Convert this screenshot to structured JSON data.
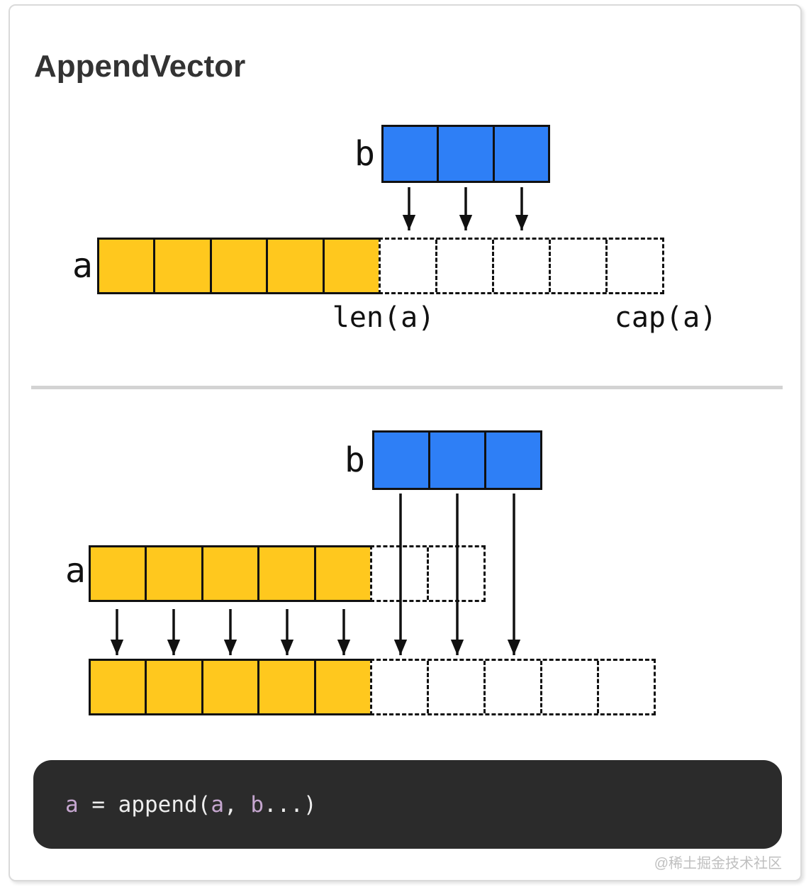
{
  "title": "AppendVector",
  "colors": {
    "array_yellow": "#ffc81e",
    "array_blue": "#2e7ff6",
    "outline_black": "#111111",
    "divider_gray": "#d3d3d3",
    "code_background": "#2b2b2b",
    "code_text": "#ededed",
    "code_variable": "#c5a6cf",
    "watermark_gray": "#bfbfbf",
    "title_gray": "#333333"
  },
  "diagram_before": {
    "b_label": "b",
    "a_label": "a",
    "b_cell_count": 3,
    "a_filled_count": 5,
    "a_capacity_empty_count": 5,
    "len_label": "len(a)",
    "cap_label": "cap(a)"
  },
  "diagram_after": {
    "b_label": "b",
    "a_label": "a",
    "b_cell_count": 3,
    "a_filled_count": 5,
    "a_extra_empty_count": 2,
    "result_filled_count": 5,
    "result_empty_count": 5
  },
  "code_block": {
    "text": "a = append(a, b...)",
    "tokens": [
      {
        "text": "a",
        "type": "variable"
      },
      {
        "text": " = append(",
        "type": "plain"
      },
      {
        "text": "a",
        "type": "variable"
      },
      {
        "text": ", ",
        "type": "plain"
      },
      {
        "text": "b",
        "type": "variable"
      },
      {
        "text": "...)",
        "type": "plain"
      }
    ]
  },
  "watermark": "@稀土掘金技术社区"
}
